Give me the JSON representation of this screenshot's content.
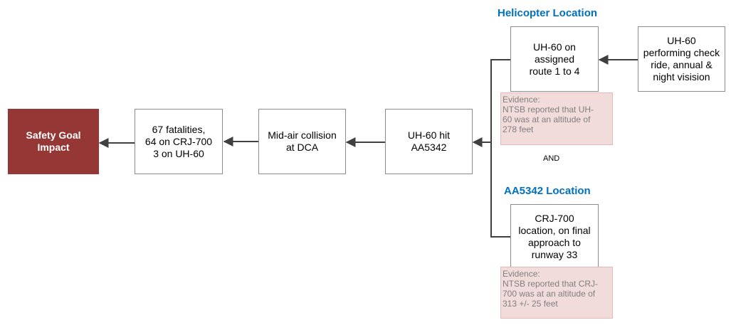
{
  "colors": {
    "impact": "#953735",
    "heading": "#0070c0",
    "evidence_fill": "#f2dcdb",
    "evidence_text": "#7f7f7f",
    "connector": "#404040"
  },
  "impact": {
    "label": "Safety Goal\nImpact"
  },
  "fatalities": {
    "label": "67 fatalities,\n64 on CRJ-700\n3 on UH-60"
  },
  "collision": {
    "label": "Mid-air collision\nat DCA"
  },
  "hit": {
    "label": "UH-60 hit\nAA5342"
  },
  "helicopter": {
    "heading": "Helicopter Location",
    "route": "UH-60 on\nassigned\nroute 1 to 4",
    "check_ride": "UH-60\nperforming check\nride, annual &\nnight visision",
    "evidence_label": "Evidence:",
    "evidence_text": "NTSB reported that UH-\n60 was at an altitude of\n278 feet"
  },
  "and_label": "AND",
  "aa5342": {
    "heading": "AA5342 Location",
    "location": "CRJ-700\nlocation, on final\napproach to\nrunway 33",
    "evidence_label": "Evidence:",
    "evidence_text": "NTSB reported that CRJ-\n700 was at an altitude of\n313 +/- 25 feet"
  }
}
